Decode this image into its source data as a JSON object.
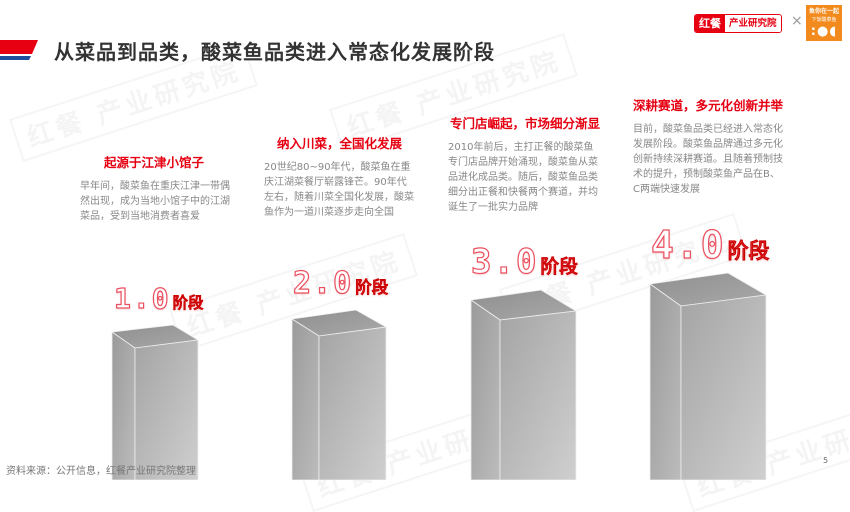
{
  "header": {
    "title": "从菜品到品类，酸菜鱼品类进入常态化发展阶段",
    "logo": {
      "brand": "红餐",
      "institute": "产业研究院"
    },
    "separator": "×",
    "partner_logo": {
      "line1": "鱼你在一起",
      "line2": "下饭酸菜鱼"
    },
    "flag_colors": {
      "red": "#e60012",
      "blue": "#1f4e9c"
    }
  },
  "watermark": {
    "text": "红餐 产业研究院"
  },
  "stages": [
    {
      "label_num": "1.0",
      "label_suffix": "阶段",
      "heading": "起源于江津小馆子",
      "description": "早年间，酸菜鱼在重庆江津一带偶然出现，成为当地小馆子中的江湖菜品，受到当地消费者喜爱"
    },
    {
      "label_num": "2.0",
      "label_suffix": "阶段",
      "heading": "纳入川菜，全国化发展",
      "description": "20世纪80~90年代，酸菜鱼在重庆江湖菜餐厅崭露锋芒。90年代左右，随着川菜全国化发展，酸菜鱼作为一道川菜逐步走向全国"
    },
    {
      "label_num": "3.0",
      "label_suffix": "阶段",
      "heading": "专门店崛起，市场细分渐显",
      "description": "2010年前后，主打正餐的酸菜鱼专门店品牌开始涌现，酸菜鱼从菜品进化成品类。随后，酸菜鱼品类细分出正餐和快餐两个赛道，并均诞生了一批实力品牌"
    },
    {
      "label_num": "4.0",
      "label_suffix": "阶段",
      "heading": "深耕赛道，多元化创新并举",
      "description": "目前，酸菜鱼品类已经进入常态化发展阶段。酸菜鱼品牌通过多元化创新持续深耕赛道。且随着预制技术的提升，预制酸菜鱼产品在B、C两端快速发展"
    }
  ],
  "footer": {
    "source": "资料来源：公开信息，红餐产业研究院整理",
    "page_number": "5"
  },
  "colors": {
    "accent": "#e60012",
    "text": "#333333",
    "muted": "#888888"
  }
}
